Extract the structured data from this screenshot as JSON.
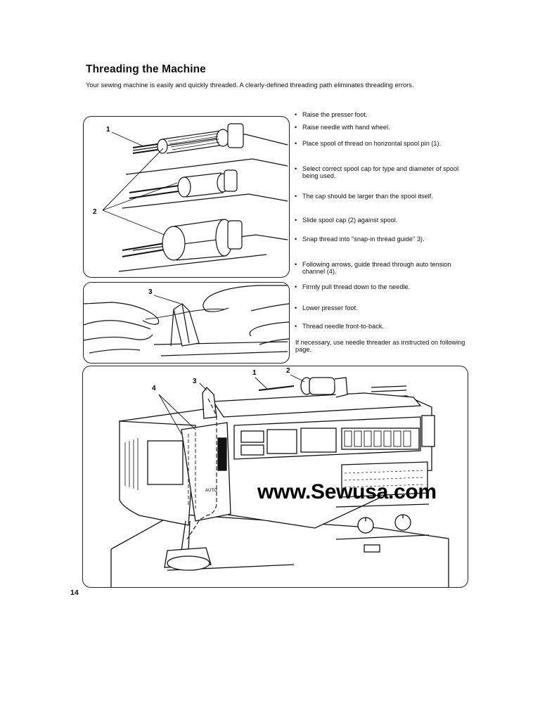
{
  "page": {
    "title": "Threading the Machine",
    "intro": "Your sewing machine is easily and quickly threaded. A clearly-defined threading path eliminates threading errors.",
    "page_number": "14",
    "watermark": "www.Sewusa.com"
  },
  "steps": [
    "Raise the presser foot.",
    "Raise needle with hand wheel.",
    "Place spool of thread on horizontal spool pin (1).",
    "Select correct spool cap for type and diameter of spool being used.",
    "The cap should be larger than the spool itself.",
    "Slide spool cap (2) against spool.",
    "Snap thread into \"snap-in thread guide\" 3).",
    "Following arrows, guide thread through auto tension channel (4).",
    "Firmly pull thread down to the needle.",
    "Lower presser foot.",
    "Thread needle front-to-back."
  ],
  "note": "If necessary, use needle threader as instructed on following page.",
  "figures": {
    "spool": {
      "label_1": "1",
      "label_2": "2"
    },
    "guide": {
      "label_3": "3"
    },
    "machine": {
      "label_1": "1",
      "label_2": "2",
      "label_3": "3",
      "label_4": "4",
      "auto_label": "AUTO"
    }
  }
}
